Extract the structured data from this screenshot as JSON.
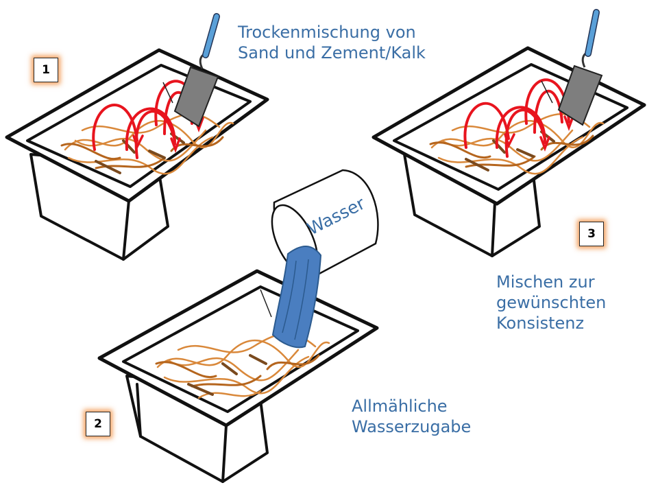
{
  "steps": [
    {
      "number": "1",
      "caption_lines": [
        "Trockenmischung von",
        "Sand und Zement/Kalk"
      ]
    },
    {
      "number": "2",
      "caption_lines": [
        "Allmähliche",
        "Wasserzugabe"
      ]
    },
    {
      "number": "3",
      "caption_lines": [
        "Mischen zur",
        "gewünschten",
        "Konsistenz"
      ]
    }
  ],
  "bucket_label": "Wasser",
  "colors": {
    "caption_text": "#3a6ea5",
    "mixing_arrows": "#e8141e",
    "sand_scribble": "#d9883a",
    "water": "#4a7ec0",
    "badge_glow": "#f08c3c",
    "trowel_handle": "#5aa0d8",
    "trowel_blade": "#7e7e7e"
  }
}
